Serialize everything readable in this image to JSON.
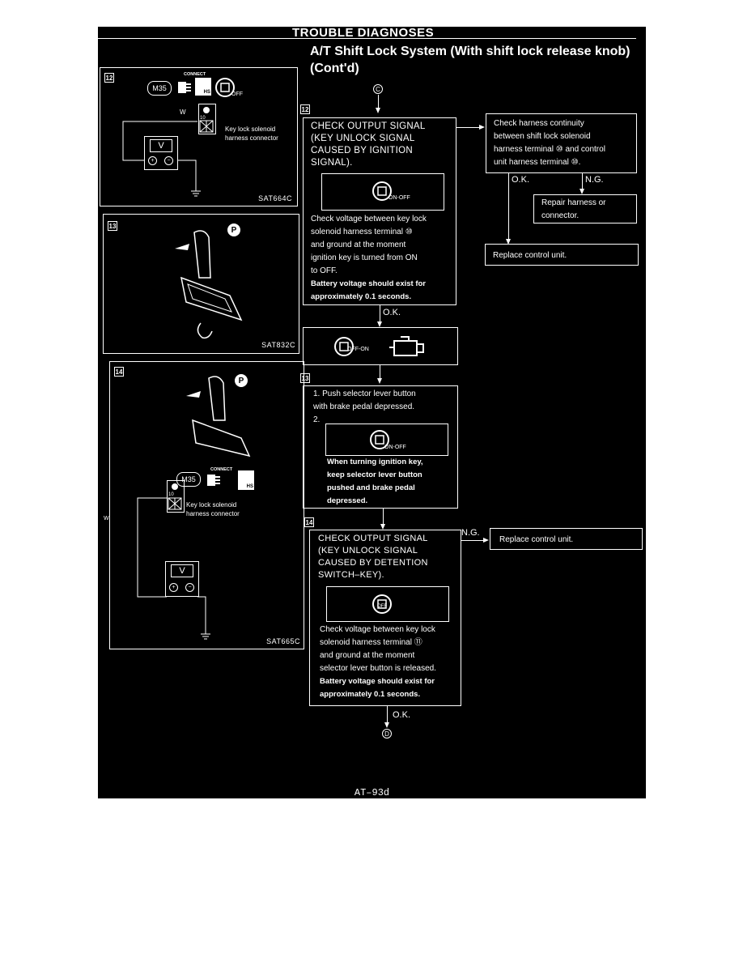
{
  "header": {
    "section": "TROUBLE DIAGNOSES",
    "page_title": "A/T Shift Lock System (With shift lock release knob) (Cont'd)"
  },
  "connectors": {
    "in": "C",
    "out": "D"
  },
  "figures": {
    "fig12": {
      "step": "12",
      "connect_label": "CONNECT",
      "m_label": "M35",
      "hs_label": "HS",
      "wire_label": "W",
      "terminal": "10",
      "meter": "V",
      "caption": "Key lock solenoid\nharness connector",
      "code": "SAT664C"
    },
    "fig13": {
      "step": "13",
      "p_label": "P",
      "code": "SAT832C"
    },
    "fig14": {
      "step": "14",
      "p_label": "P",
      "connect_label": "CONNECT",
      "m_label": "M35",
      "hs_label": "HS",
      "wire_label": "W",
      "terminal": "10",
      "meter": "V",
      "caption": "Key lock solenoid\nharness connector",
      "code": "SAT665C"
    }
  },
  "flow": {
    "step12": {
      "num": "12",
      "heading": "CHECK OUTPUT SIGNAL\n(KEY UNLOCK SIGNAL\nCAUSED BY IGNITION\nSIGNAL).",
      "key_icon": "ON-OFF",
      "body": "Check voltage between key lock\nsolenoid harness terminal ⑩\nand ground at the moment\nignition key is turned from ON\nto OFF.",
      "body_bold": "Battery voltage should exist for\napproximately 0.1 seconds."
    },
    "ok1": "O.K.",
    "switch_box": {
      "left_icon": "OFF-ON",
      "right_icon": "engine"
    },
    "step13": {
      "num": "13",
      "item1": "1. Push selector lever button\n    with brake pedal depressed.",
      "item2": "2.",
      "key_icon": "ON-OFF",
      "body": "When turning ignition key,\nkeep selector lever button\npushed and brake pedal\ndepressed."
    },
    "step14": {
      "num": "14",
      "heading": "CHECK OUTPUT SIGNAL\n(KEY UNLOCK SIGNAL\nCAUSED BY DETENTION\nSWITCH–KEY).",
      "key_icon": "OFF",
      "body": "Check voltage between key lock\nsolenoid harness terminal ⑪\nand ground at the moment\nselector lever button is released.",
      "body_bold": "Battery voltage should exist for\napproximately 0.1 seconds."
    },
    "ok2": "O.K.",
    "ng2": "N.G.",
    "harness_box": "Check harness continuity\nbetween shift lock solenoid\nharness terminal ⑩ and control\nunit harness terminal ⑩.",
    "ok_harness": "O.K.",
    "ng_harness": "N.G.",
    "repair_box": "Repair harness or\nconnector.",
    "replace1": "Replace control unit.",
    "replace2": "Replace control unit."
  },
  "footer": "AT–93d"
}
